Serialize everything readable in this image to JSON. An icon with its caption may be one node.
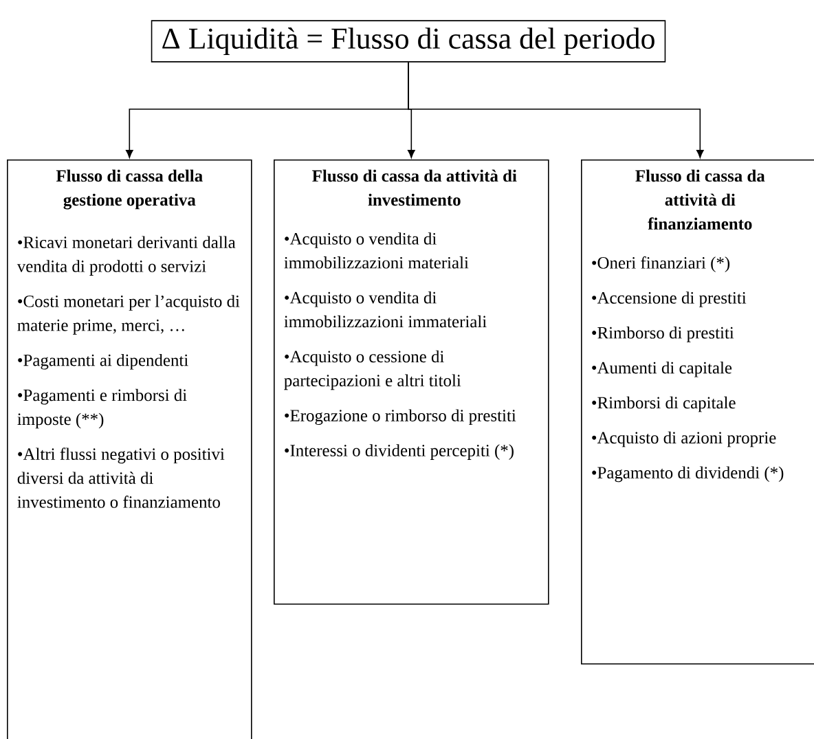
{
  "diagram": {
    "nodes": [
      {
        "text": [
          "Δ Liquidità = Flusso di cassa del periodo"
        ]
      },
      {
        "text": [
          "Flusso di cassa della gestione operativa",
          "•Ricavi monetari derivanti dalla vendita di prodotti o servizi",
          "•Costi monetari per l’acquisto di materie prime, merci, …",
          "•Pagamenti ai dipendenti",
          "•Pagamenti e rimborsi di imposte (**)",
          "•Altri flussi negativi o positivi diversi da attività di investimento o finanziamento"
        ]
      },
      {
        "text": [
          "Flusso di cassa da attività di investimento",
          "•Acquisto o vendita di immobilizzazioni materiali",
          "•Acquisto o vendita di immobilizzazioni immateriali",
          "•Acquisto o cessione di partecipazioni e altri titoli",
          "•Erogazione o rimborso di prestiti",
          "•Interessi o dividenti percepiti (*)"
        ]
      },
      {
        "text": [
          "Flusso di cassa da attività di finanziamento",
          "•Oneri finanziari (*)",
          "•Accensione di prestiti",
          "•Rimborso di prestiti",
          "•Aumenti di capitale",
          "•Rimborsi di capitale",
          "•Acquisto di azioni proprie",
          "•Pagamento di dividendi (*)"
        ]
      }
    ],
    "edges": [
      {
        "from": 0,
        "to": 1,
        "arrow": "to"
      },
      {
        "from": 0,
        "to": 2,
        "arrow": "to"
      },
      {
        "from": 0,
        "to": 3,
        "arrow": "to"
      }
    ]
  }
}
